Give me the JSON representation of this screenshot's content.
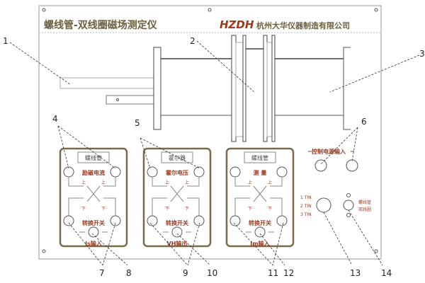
{
  "header": {
    "title": "螺线管-双线圈磁场测定仪",
    "brand_logo": "HZDH",
    "company": "杭州大华仪器制造有限公司"
  },
  "panels": [
    {
      "box_label": "螺线管",
      "top_label": "励磁电流",
      "switch_label": "转换开关",
      "input_label": "Is输入"
    },
    {
      "box_label": "霍尔器",
      "top_label": "霍尔电压",
      "switch_label": "转换开关",
      "input_label": "VH输出"
    },
    {
      "box_label": "螺线管",
      "top_label": "测 量",
      "switch_label": "转换开关",
      "input_label": "Im输入"
    }
  ],
  "terminal_marks": {
    "up": "上",
    "down": "下"
  },
  "right_section": {
    "power_label": "控制电源输入",
    "selector_options": [
      "1 TIN",
      "2 TIN",
      "3 TIN"
    ],
    "indicator_labels": [
      "螺线管",
      "双线圈"
    ]
  },
  "callouts": [
    "1",
    "2",
    "3",
    "4",
    "5",
    "6",
    "7",
    "8",
    "9",
    "10",
    "11",
    "12",
    "13",
    "14"
  ],
  "colors": {
    "label_red": "#a0381c",
    "box_border": "#7a6a4a",
    "title": "#6b6040"
  }
}
